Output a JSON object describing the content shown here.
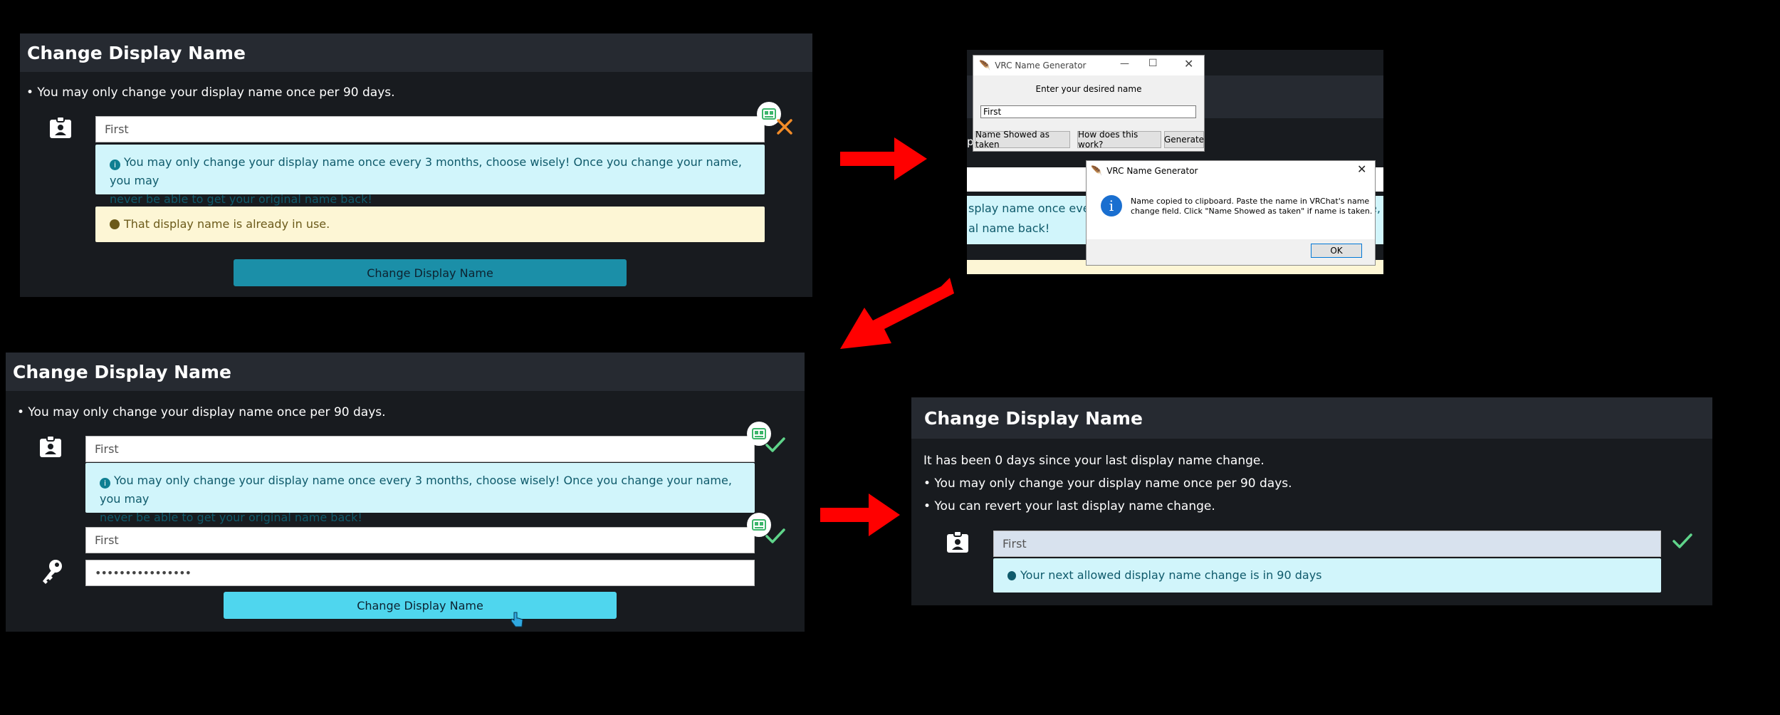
{
  "panels": {
    "p1": {
      "title": "Change Display Name",
      "note": "• You may only change your display name once per 90 days.",
      "name_value": "First",
      "info_line1": "You may only change your display name once every 3 months, choose wisely! Once you change your name, you may",
      "info_line2": "never be able to get your original name back!",
      "warning": "That display name is already in use.",
      "button": "Change Display Name"
    },
    "p2": {
      "title": "Change Display Name",
      "note": "• You may only change your display name once per 90 days.",
      "name_value": "First",
      "info_line1": "You may only change your display name once every 3 months, choose wisely! Once you change your name, you may",
      "info_line2": "never be able to get your original name back!",
      "confirm_value": "First",
      "password_value": "••••••••••••••••",
      "button": "Change Display Name"
    },
    "p3": {
      "title": "Change Display Name",
      "line1": "It has been 0 days since your last display name change.",
      "line2": "• You may only change your display name once per 90 days.",
      "line3": "• You can revert your last display name change.",
      "name_value": "First",
      "next_change": "Your next allowed display name change is in 90 days"
    }
  },
  "generator": {
    "title": "VRC Name Generator",
    "prompt": "Enter your desired name",
    "input_value": "First",
    "btn_taken": "Name Showed as taken",
    "btn_how": "How does this work?",
    "btn_generate": "Generate",
    "bg_text_1": "splay name once every",
    "bg_text_2": "al name back!",
    "bg_text_3": "e,",
    "bg_text_p": "p"
  },
  "dialog": {
    "title": "VRC Name Generator",
    "message_line1": "Name copied to clipboard. Paste the name in VRChat's name",
    "message_line2": "change field. Click \"Name Showed as taken\" if name is taken.",
    "ok": "OK"
  },
  "colors": {
    "error_x": "#f28c28",
    "check": "#5fd48a",
    "arrow": "#ff0000",
    "button_teal": "#1b8fa8",
    "button_cyan": "#4fd6ee"
  }
}
